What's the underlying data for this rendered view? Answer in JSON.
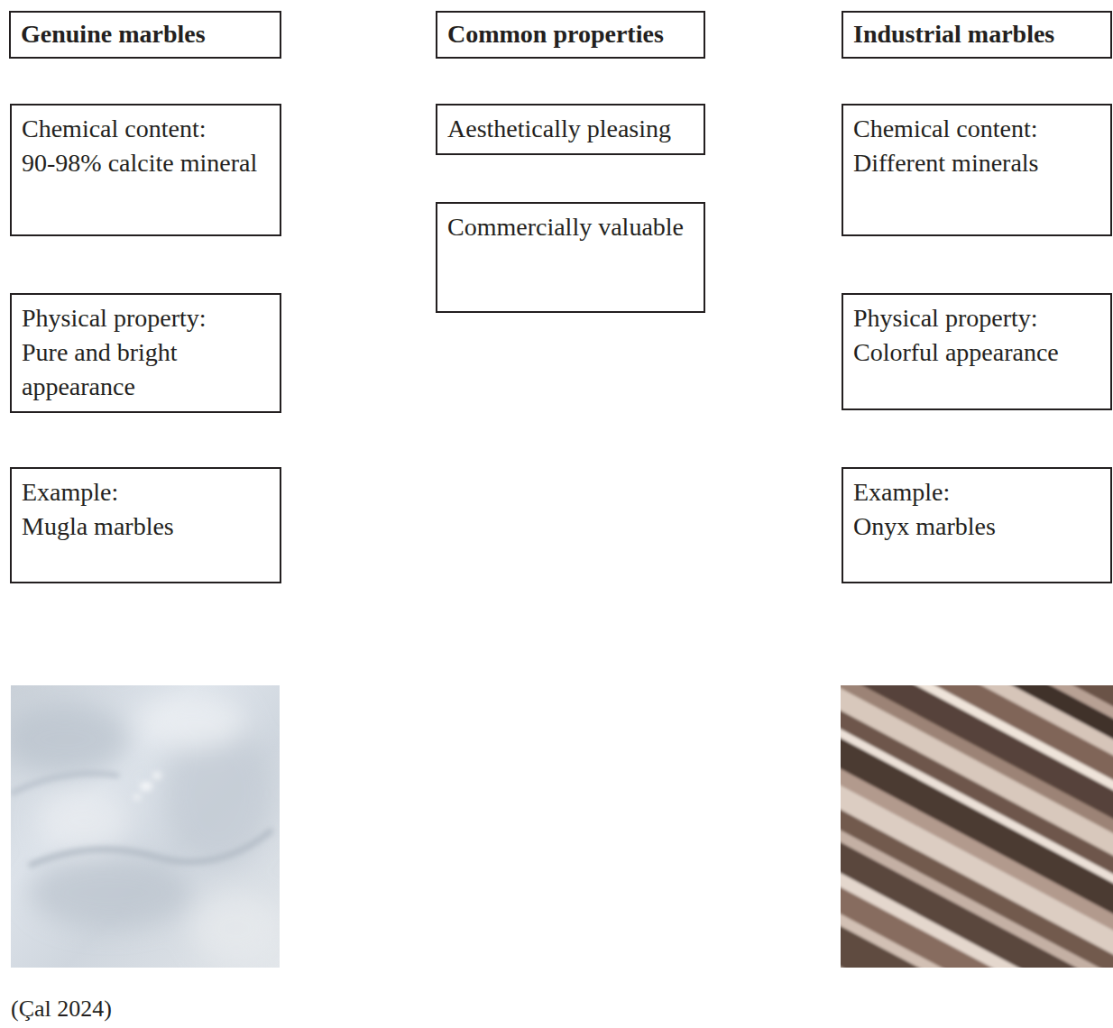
{
  "diagram": {
    "caption": "(Çal 2024)",
    "nodes": [
      {
        "text": [
          "Genuine marbles"
        ]
      },
      {
        "text": [
          "Common properties"
        ]
      },
      {
        "text": [
          "Industrial marbles"
        ]
      },
      {
        "text": [
          "Chemical content:",
          "90-98% calcite mineral"
        ]
      },
      {
        "text": [
          "Aesthetically pleasing"
        ]
      },
      {
        "text": [
          "Chemical content:",
          "Different minerals"
        ]
      },
      {
        "text": [
          "Commercially valuable"
        ]
      },
      {
        "text": [
          "Physical property:",
          "Pure and bright appearance"
        ]
      },
      {
        "text": [
          "Physical property:",
          "Colorful appearance"
        ]
      },
      {
        "text": [
          "Example:",
          "Mugla marbles"
        ]
      },
      {
        "text": [
          "Example:",
          "Onyx marbles"
        ]
      }
    ]
  }
}
